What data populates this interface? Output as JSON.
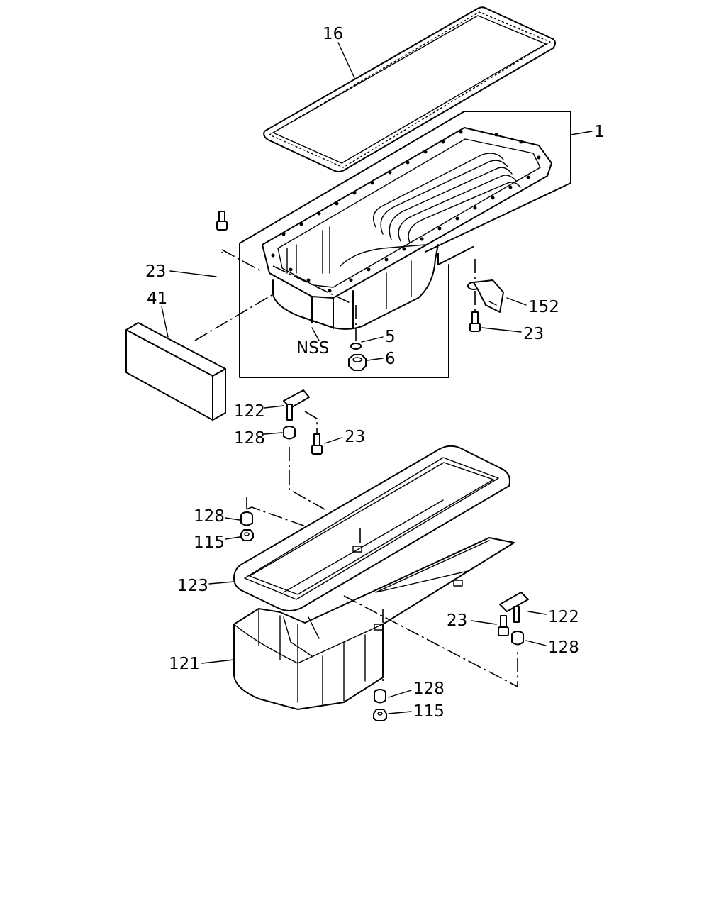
{
  "labels": {
    "gasket_upper": "16",
    "oil_pan_assembly": "1",
    "bolt_left": "23",
    "cover": "41",
    "bracket_152": "152",
    "bolt_152": "23",
    "nss": "NSS",
    "washer": "5",
    "drain_plug": "6",
    "clip_left": "122",
    "bolt_mid": "23",
    "grommet_left": "128",
    "grommet_side": "128",
    "nut_side": "115",
    "gasket_lower": "123",
    "lower_pan": "121",
    "bolt_right": "23",
    "clip_right": "122",
    "grommet_right": "128",
    "grommet_bottom": "128",
    "nut_bottom": "115"
  },
  "colors": {
    "line": "#000000",
    "background": "#ffffff"
  }
}
